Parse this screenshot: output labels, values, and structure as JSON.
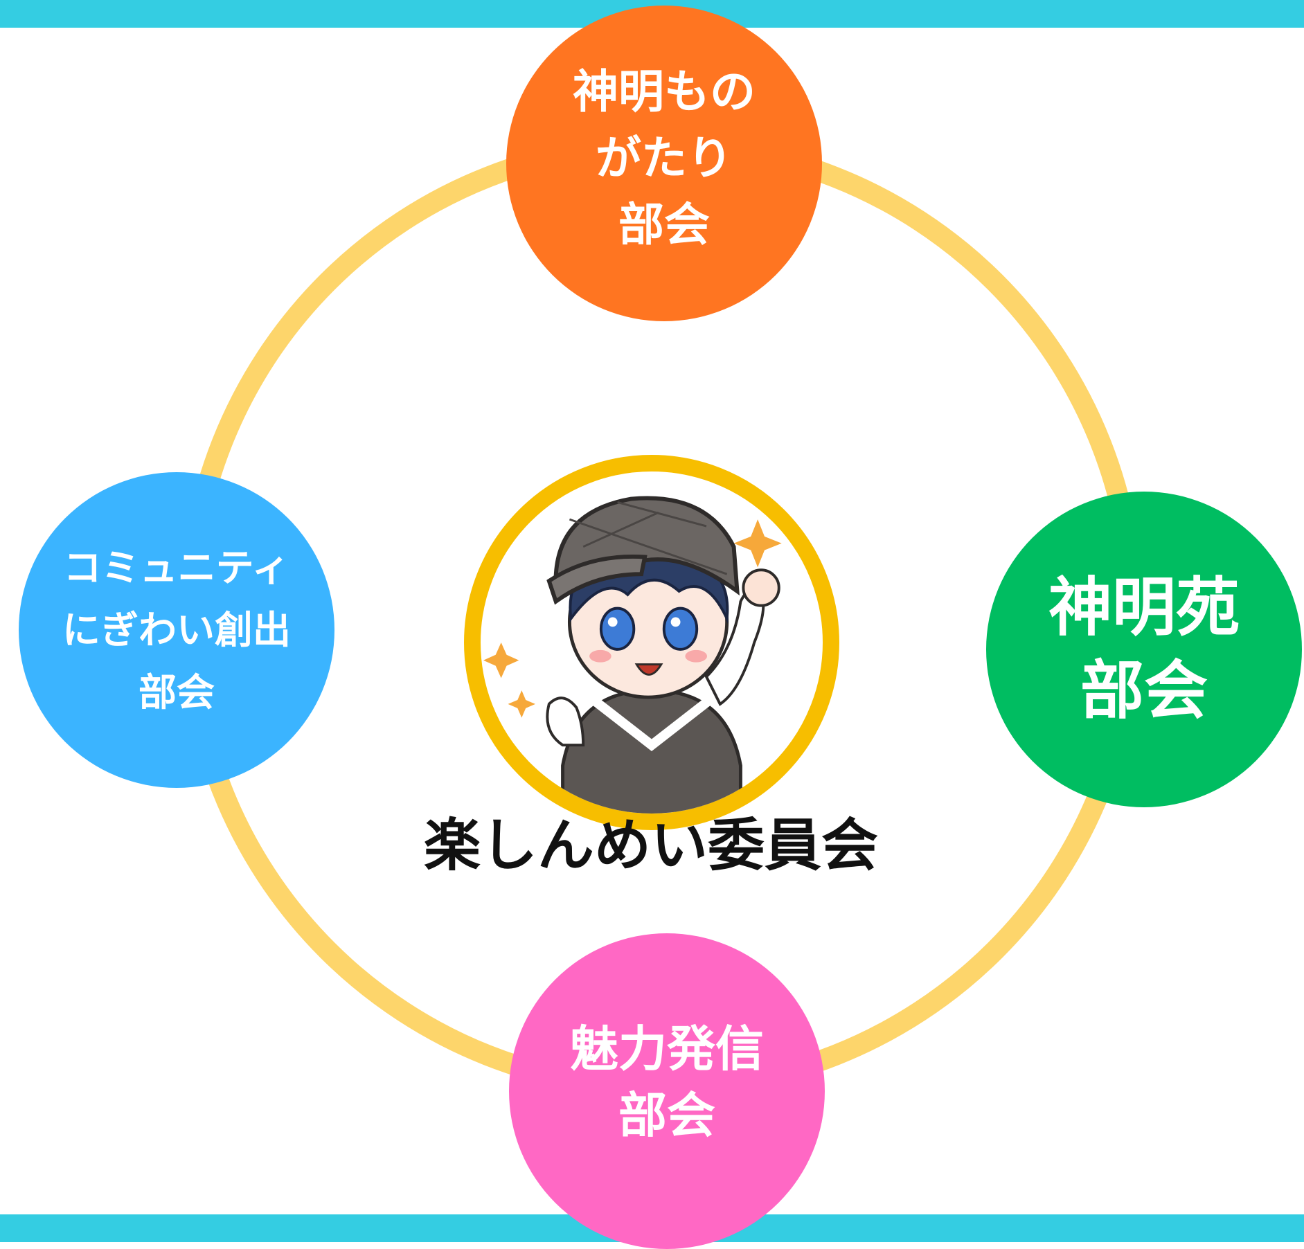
{
  "colors": {
    "band": "#34CDE2",
    "ring": "#FDD56B",
    "top": "#FF7521",
    "left": "#3BB4FF",
    "right": "#00BD61",
    "bottom": "#FF68C4",
    "badge_border": "#F7BE00"
  },
  "diagram": {
    "center": {
      "title": "楽しんめい委員会",
      "mascot_icon": "detective-mascot-icon"
    },
    "nodes": [
      {
        "id": "top",
        "label": "神明もの\nがたり\n部会"
      },
      {
        "id": "left",
        "label": "コミュニティ\nにぎわい創出\n部会"
      },
      {
        "id": "right",
        "label": "神明苑\n部会"
      },
      {
        "id": "bottom",
        "label": "魅力発信\n部会"
      }
    ]
  }
}
